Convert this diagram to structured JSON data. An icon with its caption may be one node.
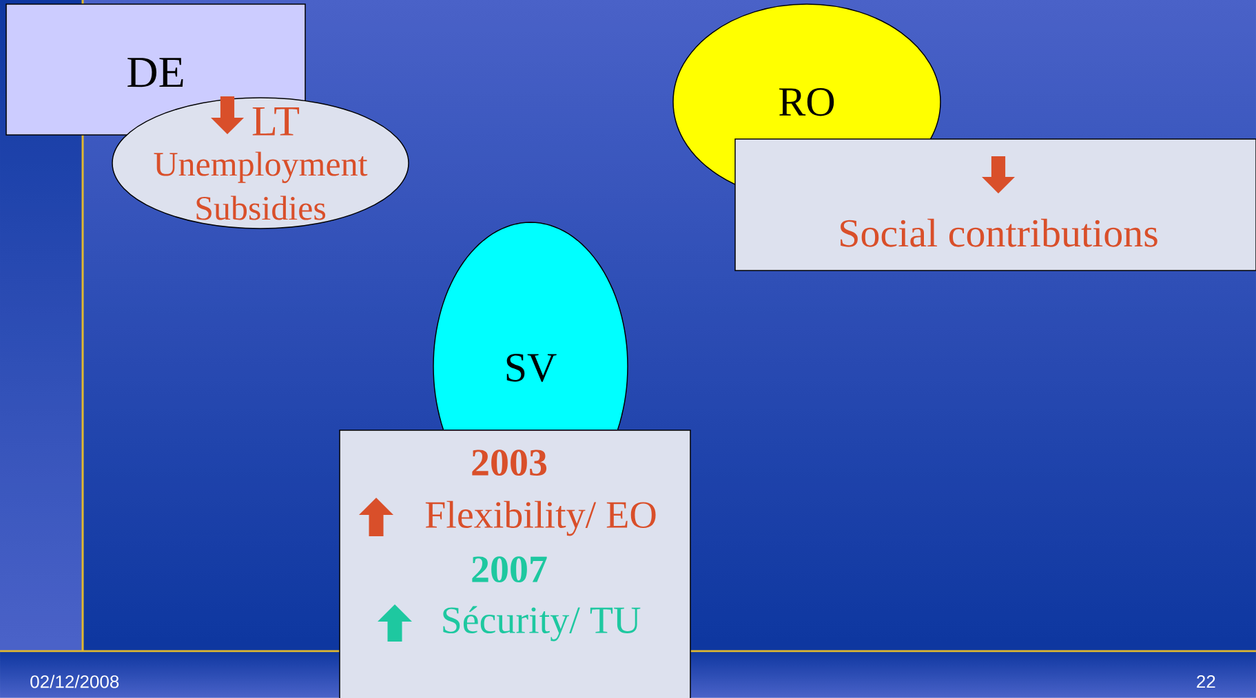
{
  "diagram": {
    "nodes": [
      {
        "text": [
          "DE"
        ]
      },
      {
        "text": [
          "LT",
          "Unemployment Subsidies"
        ]
      },
      {
        "text": [
          "RO"
        ]
      },
      {
        "text": [
          "Social contributions"
        ]
      },
      {
        "text": [
          "SV"
        ]
      },
      {
        "text": [
          "2003",
          "Flexibility/ EO",
          "2007",
          "Sécurity/ TU"
        ]
      }
    ],
    "labels": [
      "02/12/2008",
      "22"
    ]
  }
}
